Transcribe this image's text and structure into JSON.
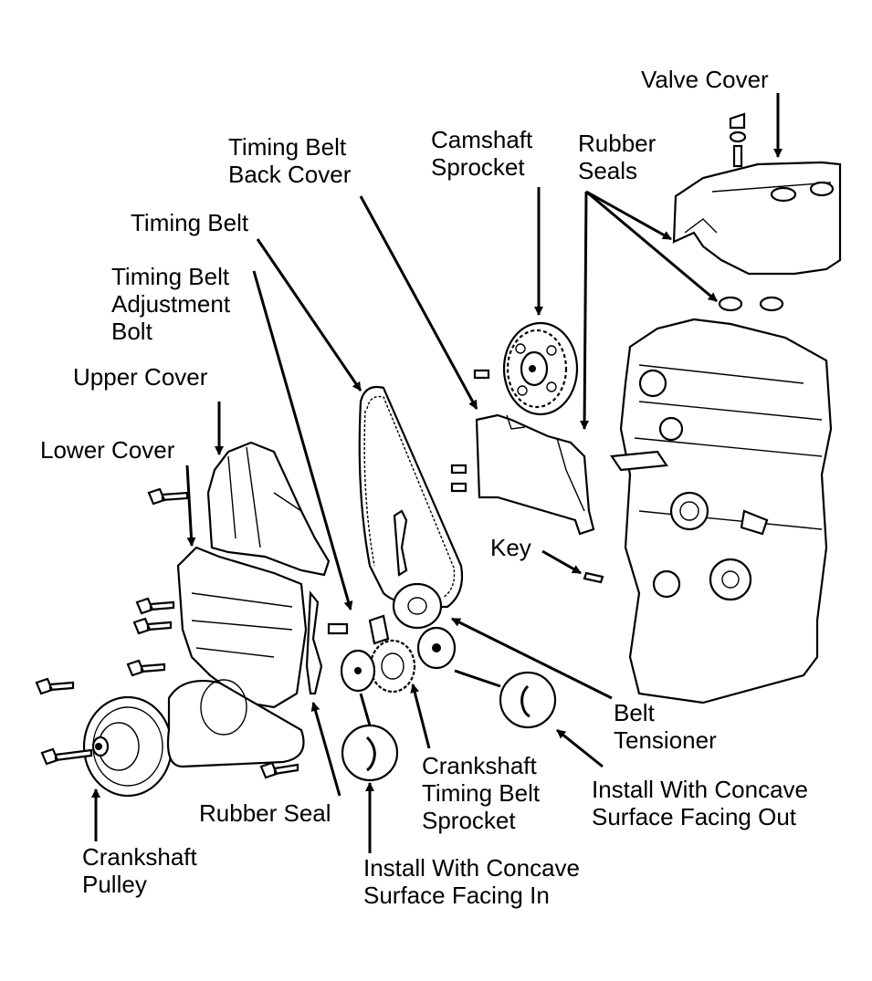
{
  "labels": {
    "valve_cover": "Valve Cover",
    "camshaft_sprocket": [
      "Camshaft",
      "Sprocket"
    ],
    "rubber_seals": [
      "Rubber",
      "Seals"
    ],
    "timing_belt_back_cover": [
      "Timing Belt",
      "Back Cover"
    ],
    "timing_belt": "Timing Belt",
    "timing_belt_adjustment_bolt": [
      "Timing Belt",
      "Adjustment",
      "Bolt"
    ],
    "upper_cover": "Upper Cover",
    "lower_cover": "Lower Cover",
    "key": "Key",
    "belt_tensioner": [
      "Belt",
      "Tensioner"
    ],
    "crankshaft_timing_belt_sprocket": [
      "Crankshaft",
      "Timing Belt",
      "Sprocket"
    ],
    "install_concave_out": [
      "Install With Concave",
      "Surface Facing Out"
    ],
    "rubber_seal": "Rubber Seal",
    "crankshaft_pulley": [
      "Crankshaft",
      "Pulley"
    ],
    "install_concave_in": [
      "Install With Concave",
      "Surface Facing In"
    ]
  }
}
